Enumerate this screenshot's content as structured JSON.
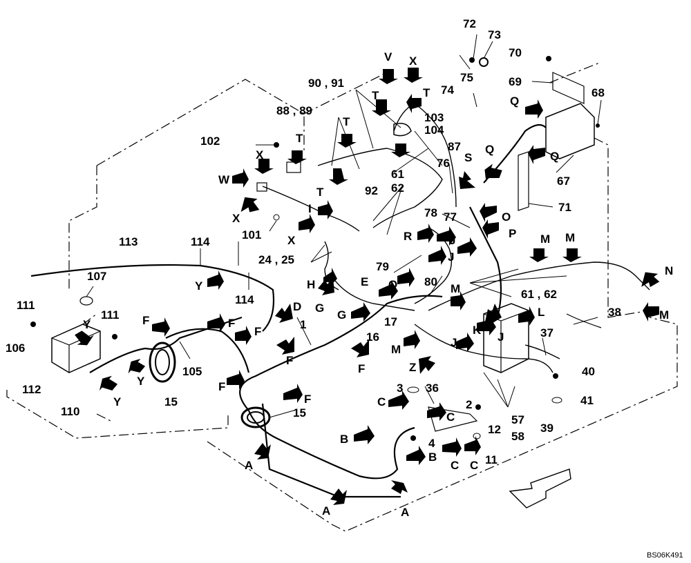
{
  "drawing_code": "BS06K491",
  "part_numbers": {
    "p1": "1",
    "p2": "2",
    "p3": "3",
    "p4": "4",
    "p11": "11",
    "p12": "12",
    "p15a": "15",
    "p15b": "15",
    "p16": "16",
    "p17": "17",
    "p24_25": "24 , 25",
    "p36": "36",
    "p37": "37",
    "p38": "38",
    "p39": "39",
    "p40": "40",
    "p41": "41",
    "p57": "57",
    "p58": "58",
    "p61": "61",
    "p61_62a": "61 , 62",
    "p62": "62",
    "p67": "67",
    "p68": "68",
    "p69": "69",
    "p70": "70",
    "p71": "71",
    "p72": "72",
    "p73": "73",
    "p74": "74",
    "p75": "75",
    "p76": "76",
    "p77": "77",
    "p78": "78",
    "p79": "79",
    "p80": "80",
    "p87": "87",
    "p88_89": "88 , 89",
    "p90_91": "90 , 91",
    "p92": "92",
    "p101": "101",
    "p102": "102",
    "p103": "103",
    "p104": "104",
    "p105": "105",
    "p106": "106",
    "p107": "107",
    "p110": "110",
    "p111a": "111",
    "p111b": "111",
    "p112": "112",
    "p113": "113",
    "p114a": "114",
    "p114b": "114"
  },
  "reference_letters": {
    "A": "A",
    "B": "B",
    "C": "C",
    "D": "D",
    "E": "E",
    "F": "F",
    "G": "G",
    "H": "H",
    "I": "I",
    "J": "J",
    "K": "K",
    "L": "L",
    "M": "M",
    "N": "N",
    "O": "O",
    "P": "P",
    "Q": "Q",
    "R": "R",
    "S": "S",
    "T": "T",
    "U": "U",
    "V": "V",
    "W": "W",
    "X": "X",
    "Y": "Y",
    "Z": "Z"
  }
}
